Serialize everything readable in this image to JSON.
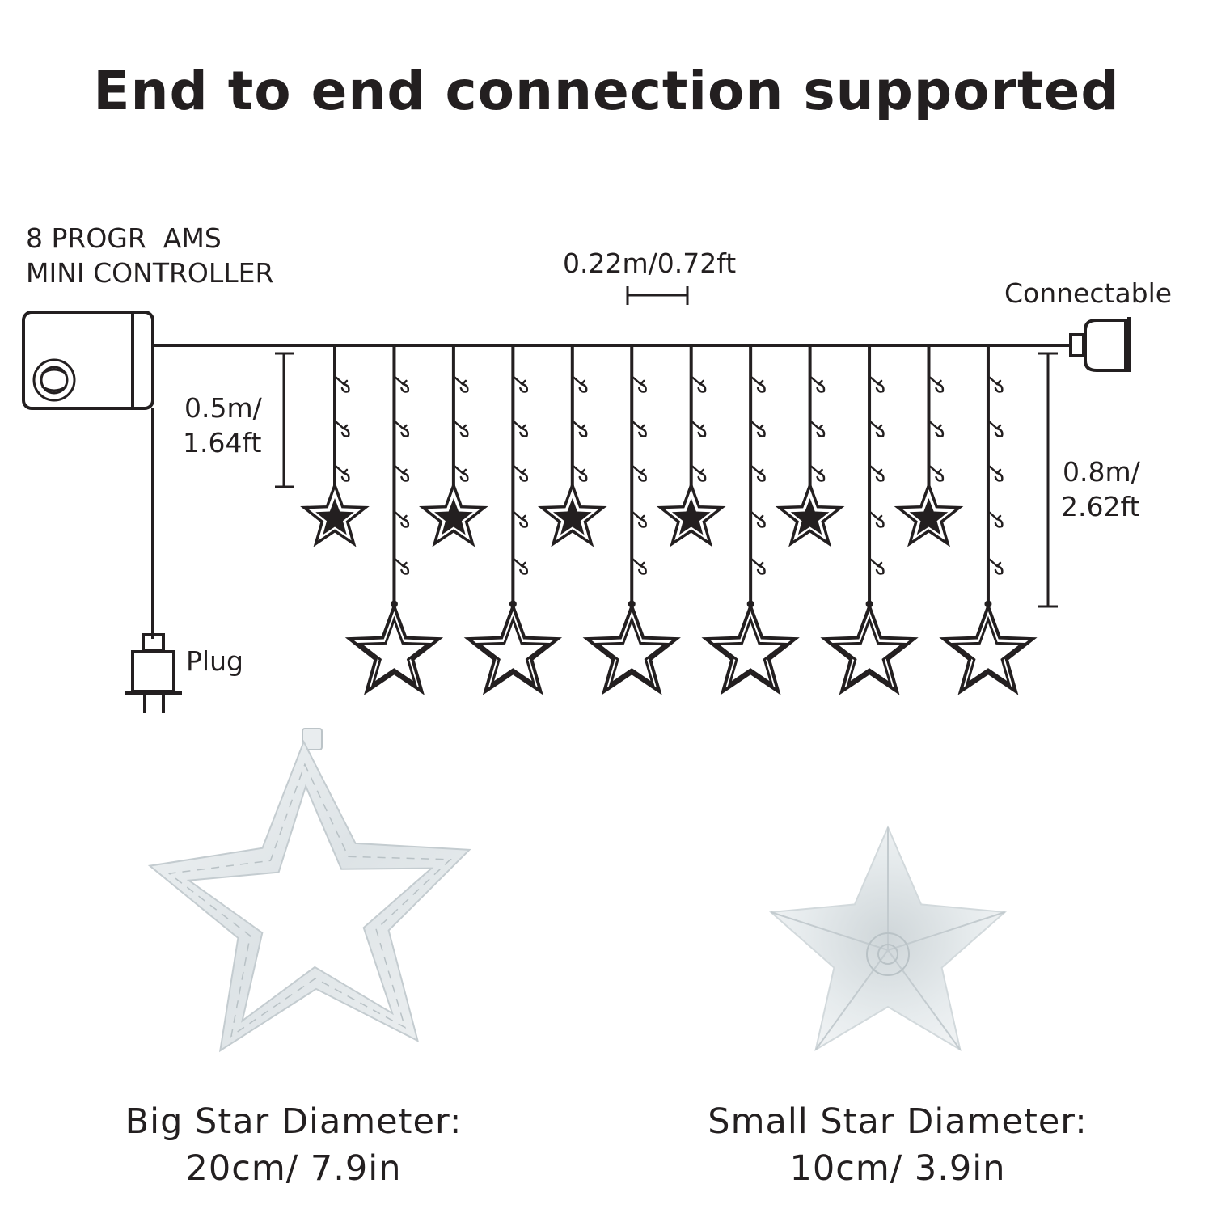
{
  "title": "End to end connection supported",
  "labels": {
    "controller_line1": "8 PROGR  AMS",
    "controller_line2": "MINI CONTROLLER",
    "spacing": "0.22m/0.72ft",
    "connectable": "Connectable",
    "short_len_line1": "0.5m/",
    "short_len_line2": "1.64ft",
    "long_len_line1": "0.8m/",
    "long_len_line2": "2.62ft",
    "plug": "Plug"
  },
  "captions": {
    "big_line1": "Big Star Diameter:",
    "big_line2": "20cm/ 7.9in",
    "small_line1": "Small Star Diameter:",
    "small_line2": "10cm/ 3.9in"
  },
  "strands": {
    "count": 12,
    "short_star": "small",
    "long_star": "big"
  },
  "colors": {
    "line": "#231f20",
    "background": "#ffffff",
    "photo_star": "#e3e8ea",
    "photo_shade": "#c9d0d3"
  }
}
